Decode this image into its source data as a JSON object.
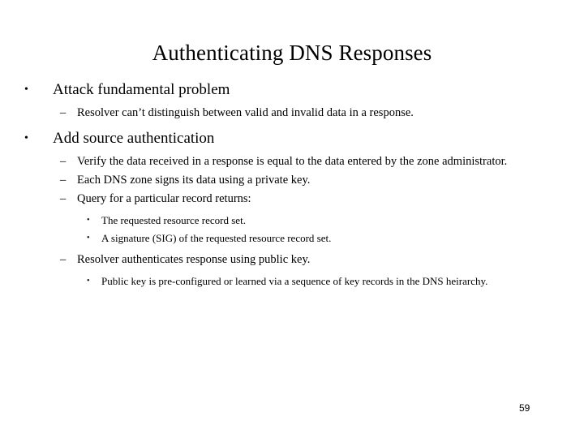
{
  "slide": {
    "title": "Authenticating DNS Responses",
    "page_number": "59",
    "background_color": "#ffffff",
    "text_color": "#000000",
    "markers": {
      "level1": "•",
      "level2": "–",
      "level3": "•"
    },
    "bullets": [
      {
        "level": 1,
        "text": "Attack fundamental problem"
      },
      {
        "level": 2,
        "text": "Resolver can’t distinguish between valid and invalid data in a response."
      },
      {
        "level": 1,
        "text": "Add source authentication"
      },
      {
        "level": 2,
        "text": "Verify the data received in a response is equal to the data entered by the zone administrator."
      },
      {
        "level": 2,
        "text": "Each DNS zone signs its data using a private key."
      },
      {
        "level": 2,
        "text": "Query for a particular record returns:"
      },
      {
        "level": 3,
        "text": "The requested resource record set."
      },
      {
        "level": 3,
        "text": "A signature (SIG) of the requested resource record set."
      },
      {
        "level": 2,
        "text": "Resolver authenticates response using public key."
      },
      {
        "level": 3,
        "text": "Public key is pre-configured or learned via a sequence of key records in the DNS heirarchy."
      }
    ]
  }
}
